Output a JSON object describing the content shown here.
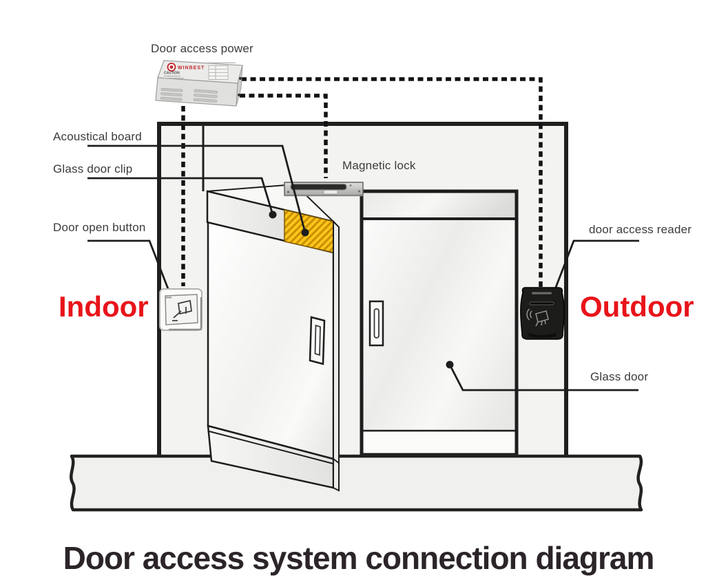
{
  "diagram": {
    "title": "Door access system connection diagram",
    "labels": {
      "power": "Door access power",
      "acoustical_board": "Acoustical board",
      "glass_door_clip": "Glass door clip",
      "door_open_button": "Door open button",
      "magnetic_lock": "Magnetic lock",
      "door_access_reader": "door access reader",
      "glass_door": "Glass door",
      "indoor": "Indoor",
      "outdoor": "Outdoor"
    },
    "power_box": {
      "brand": "WINBEST",
      "caution": "CAUTION"
    },
    "colors": {
      "accent_red": "#e8141a",
      "line_black": "#1d1d1d",
      "board_yellow": "#ffc51d",
      "board_hatch": "#c88f00",
      "wall_fill": "#f3f3f1",
      "title_color": "#2b2429"
    },
    "icons": [
      "winbest-logo-icon",
      "press-button-icon",
      "card-swipe-icon"
    ]
  }
}
